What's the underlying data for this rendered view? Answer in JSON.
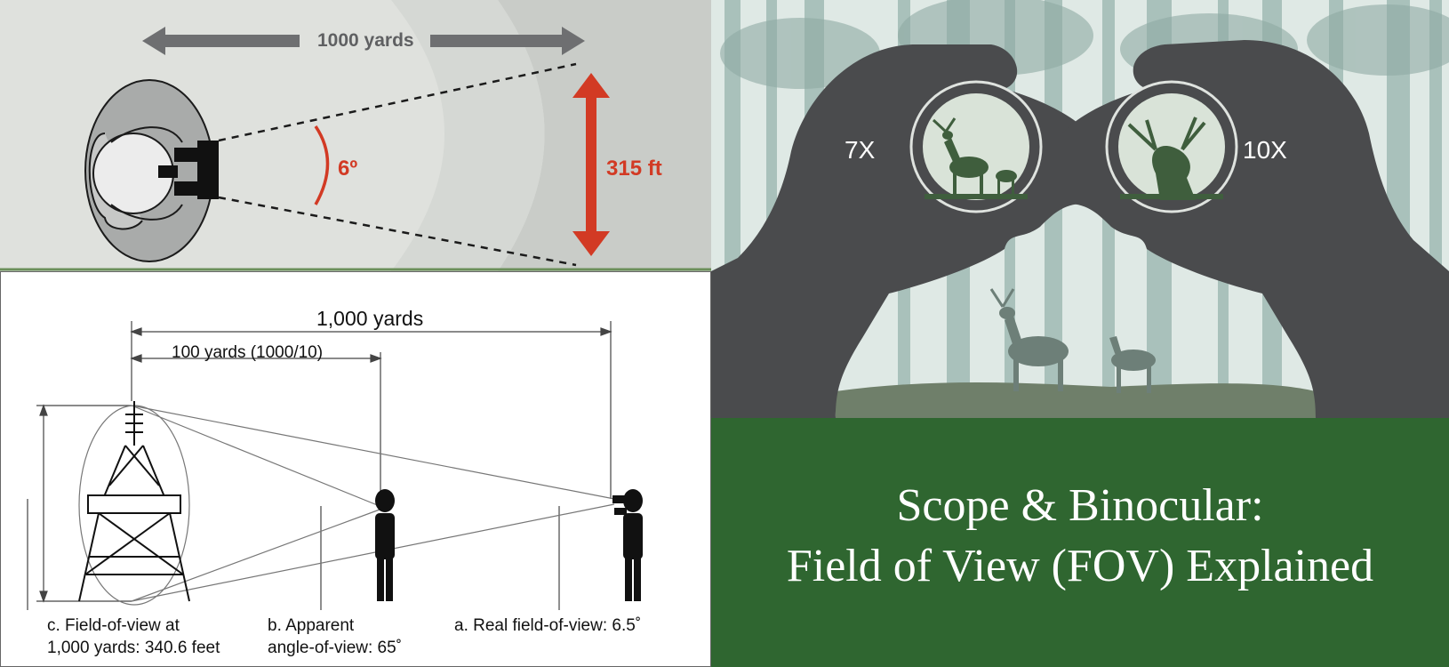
{
  "top_panel": {
    "distance_label": "1000 yards",
    "angle_label": "6º",
    "width_label": "315 ft",
    "colors": {
      "background": "#dcdfdb",
      "accent_red": "#d23a24",
      "arrow_gray": "#6e6f71"
    }
  },
  "bottom_panel": {
    "distance_1000": "1,000 yards",
    "distance_100": "100 yards (1000/10)",
    "caption_c_line1": "c. Field-of-view at",
    "caption_c_line2": "1,000 yards: 340.6 feet",
    "caption_b_line1": "b. Apparent",
    "caption_b_line2": "angle-of-view: 65˚",
    "caption_a": "a. Real field-of-view: 6.5˚"
  },
  "right_panel": {
    "mag_left": "7X",
    "mag_right": "10X",
    "title_line1": "Scope & Binocular:",
    "title_line2": "Field of View (FOV) Explained",
    "colors": {
      "title_bg": "#2f6630",
      "forest": "#9fb8b2",
      "hands": "#4a4b4d"
    }
  }
}
